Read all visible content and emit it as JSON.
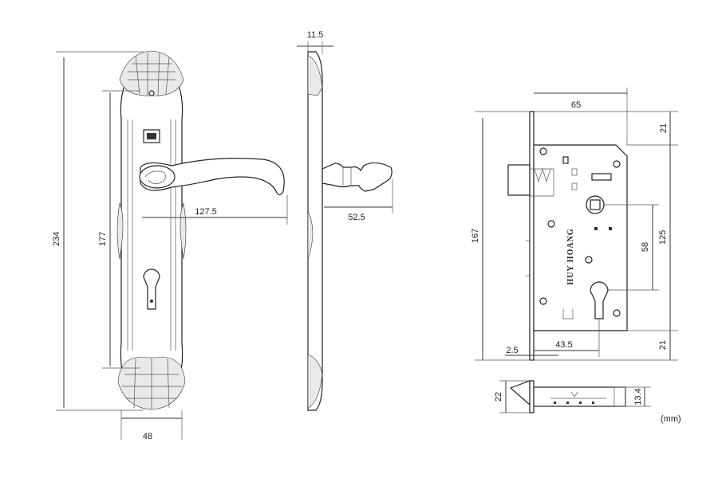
{
  "unit_label": "(mm)",
  "handle": {
    "height_total": "234",
    "plate_inner_height": "177",
    "lever_length": "127.5",
    "plate_width": "48"
  },
  "side_view": {
    "plate_thickness": "11.5",
    "lever_projection": "52.5"
  },
  "lock_body": {
    "backset": "65",
    "top_margin": "21",
    "height": "167",
    "center_distance": "58",
    "body_height": "125",
    "bottom_margin": "21",
    "faceplate_thickness": "2.5",
    "cylinder_backset": "43.5",
    "brand_text": "HUY HOANG"
  },
  "bolt_view": {
    "depth": "22",
    "thickness": "13.4"
  },
  "colors": {
    "line": "#333333",
    "background": "#ffffff"
  }
}
